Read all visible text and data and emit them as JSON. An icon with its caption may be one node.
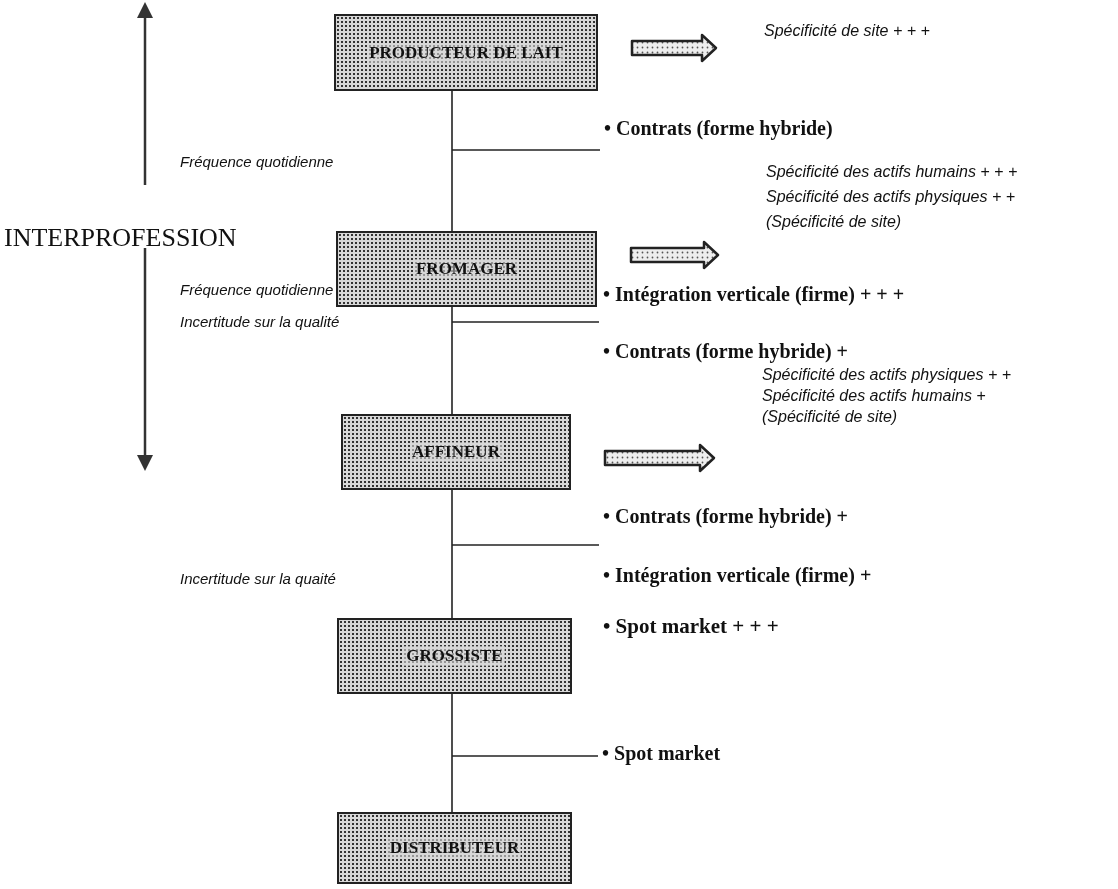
{
  "diagram": {
    "nodes": [
      {
        "text": [
          "PRODUCTEUR DE LAIT"
        ]
      },
      {
        "text": [
          "FROMAGER"
        ]
      },
      {
        "text": [
          "AFFINEUR"
        ]
      },
      {
        "text": [
          "GROSSISTE"
        ]
      },
      {
        "text": [
          "DISTRIBUTEUR"
        ]
      },
      {
        "text": [
          "Spécificité de site + + +"
        ]
      },
      {
        "text": [
          "Spécificité des actifs humains + + +",
          "Spécificité des actifs physiques + +",
          "(Spécificité de site)"
        ]
      },
      {
        "text": [
          "Spécificité des actifs physiques + +",
          "Spécificité des actifs humains +",
          "(Spécificité de site)"
        ]
      },
      {
        "text": [
          "• Contrats (forme hybride)"
        ]
      },
      {
        "text": [
          "• Intégration verticale (firme) + + +",
          "• Contrats (forme hybride) +"
        ]
      },
      {
        "text": [
          "• Contrats (forme hybride) +",
          "• Intégration verticale (firme) +"
        ]
      },
      {
        "text": [
          "• Spot market"
        ]
      }
    ],
    "edges": [
      {
        "from": 0,
        "to": 1,
        "arrow": "none"
      },
      {
        "from": 1,
        "to": 2,
        "arrow": "none"
      },
      {
        "from": 2,
        "to": 3,
        "arrow": "none"
      },
      {
        "from": 3,
        "to": 4,
        "arrow": "none"
      },
      {
        "from": 0,
        "to": 5,
        "arrow": "to",
        "style": "thick"
      },
      {
        "from": 1,
        "to": 6,
        "arrow": "to",
        "style": "thick"
      },
      {
        "from": 2,
        "to": 7,
        "arrow": "to",
        "style": "thick"
      },
      {
        "from": null,
        "to": 8,
        "arrow": "none"
      },
      {
        "from": null,
        "to": 9,
        "arrow": "none"
      },
      {
        "from": null,
        "to": 10,
        "arrow": "none"
      },
      {
        "from": null,
        "to": 11,
        "arrow": "none"
      }
    ],
    "labels": [
      "Fréquence quotidienne",
      "INTERPROFESSION",
      "Fréquence quotidienne",
      "Incertitude sur la qualité",
      "Incertitude sur la quaité",
      "• Spot market + + +"
    ]
  }
}
